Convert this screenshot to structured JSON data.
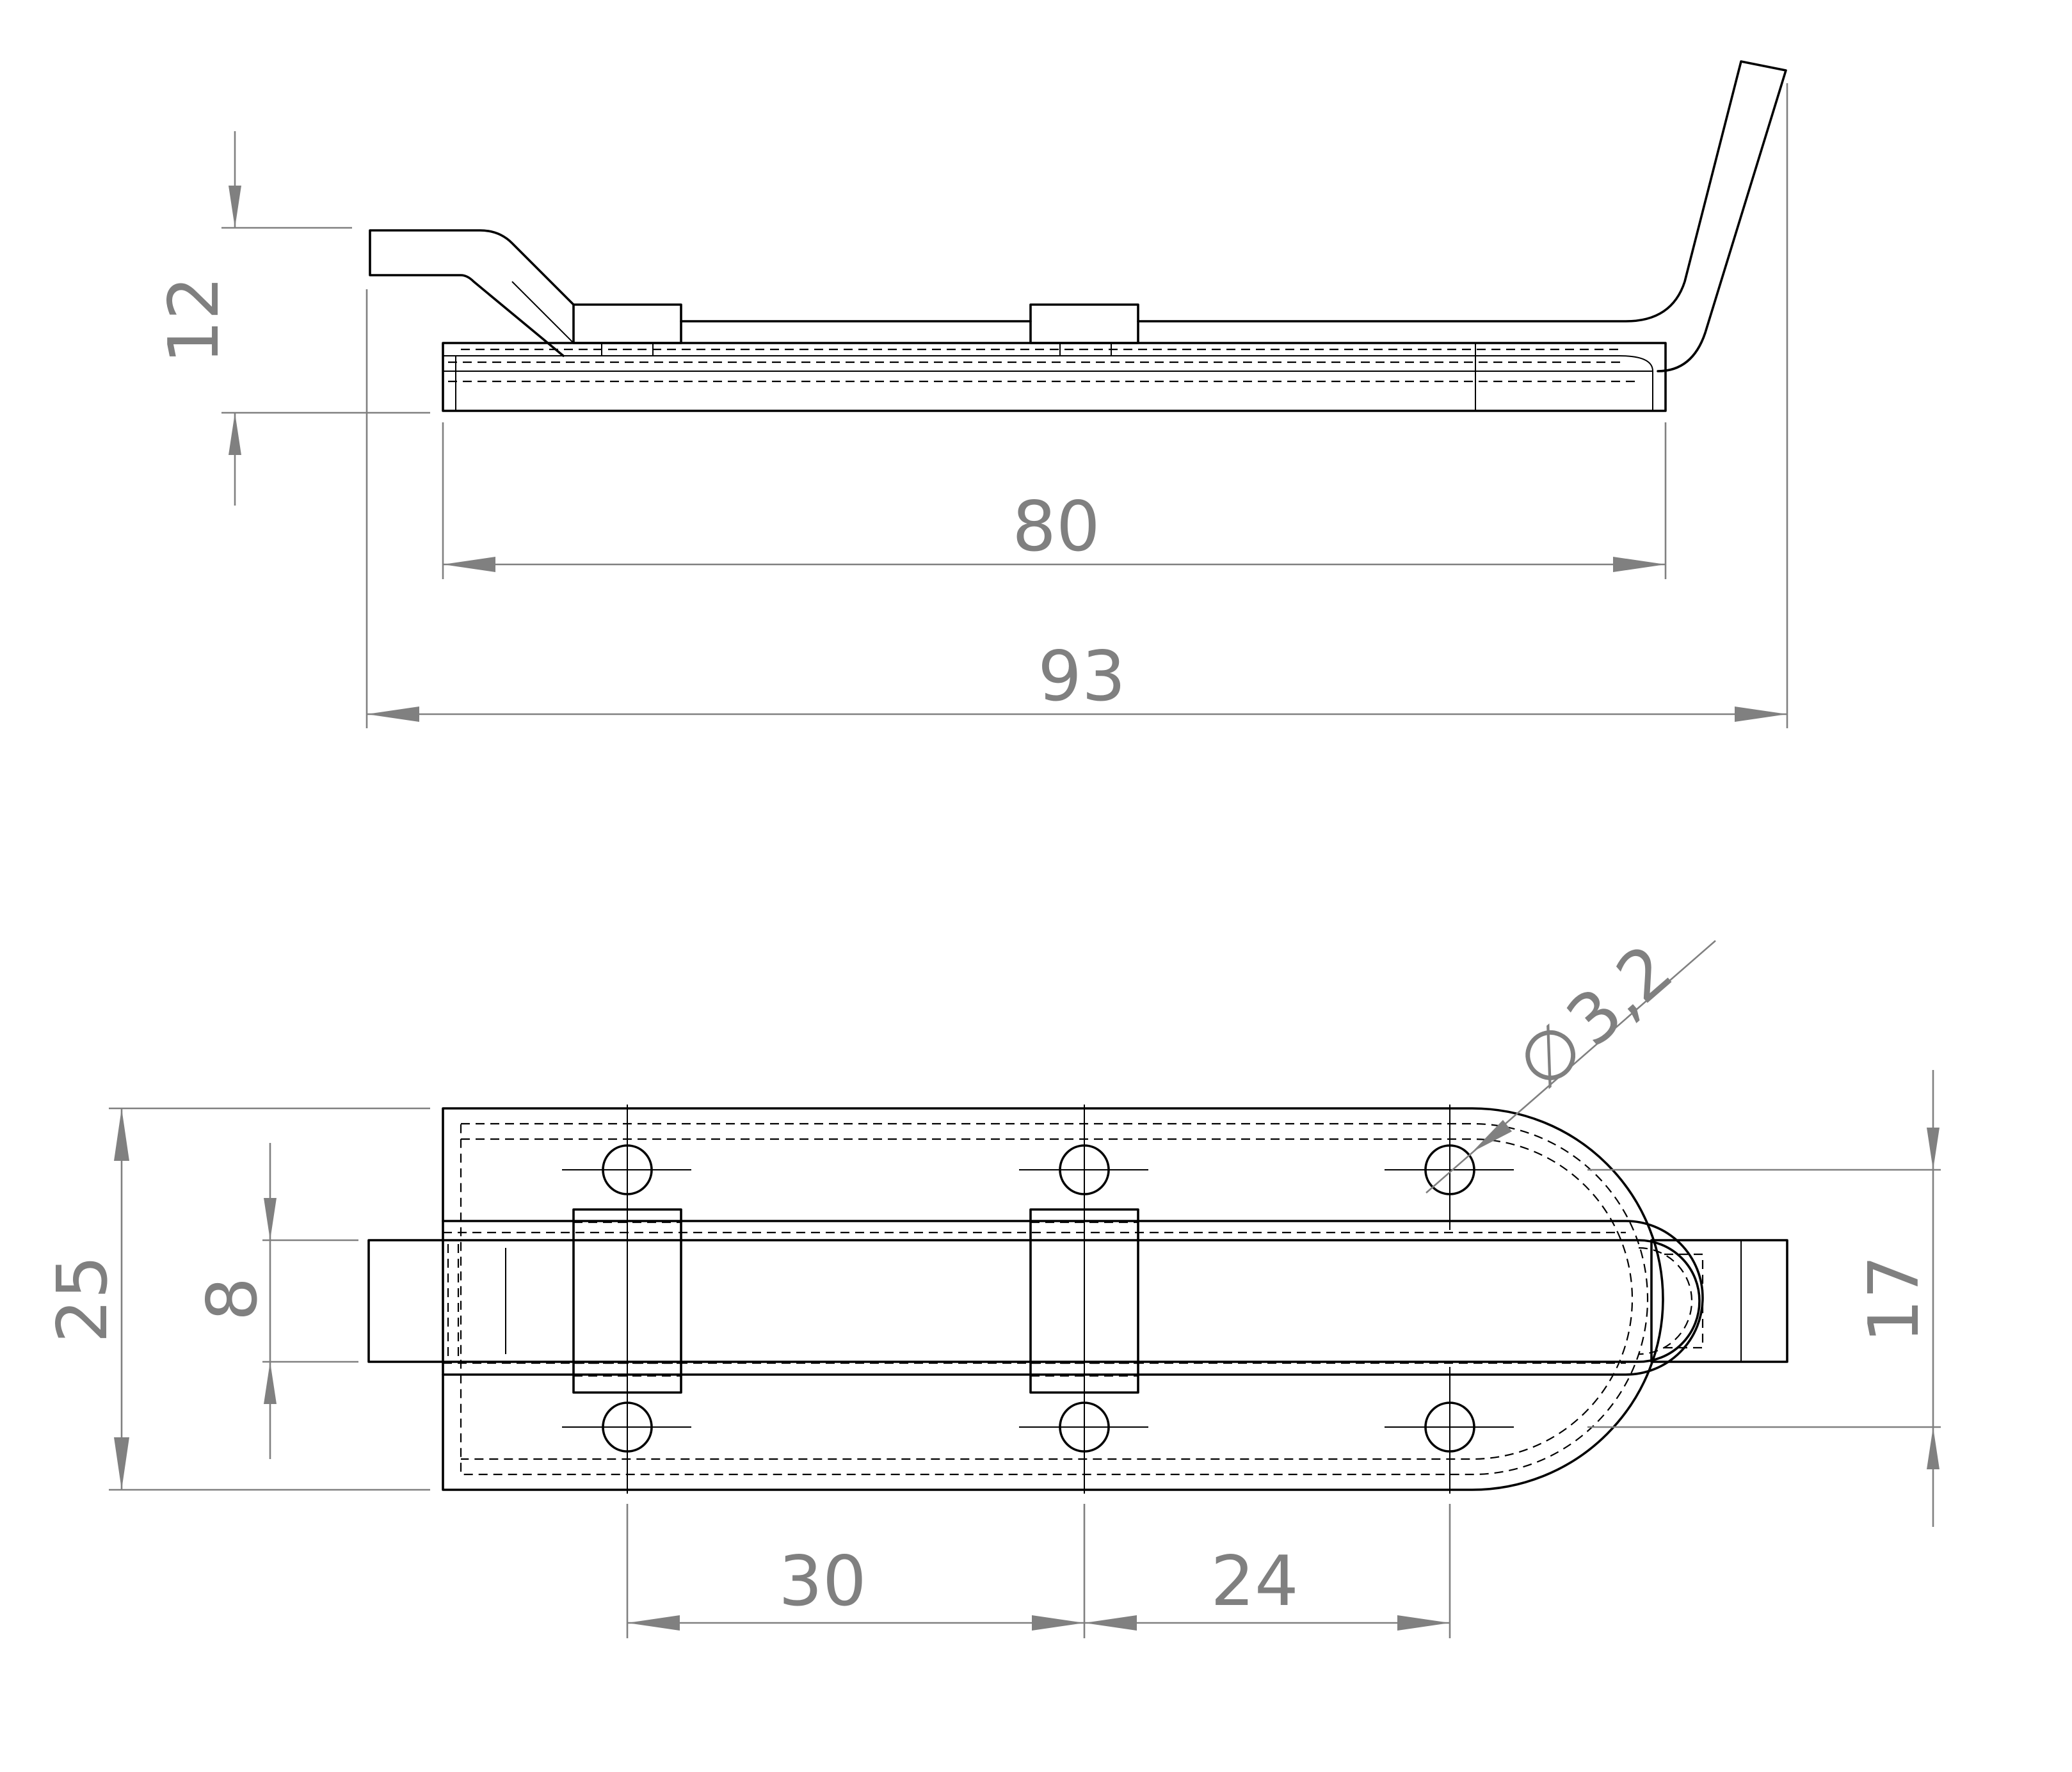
{
  "dimensions": {
    "side_height": "12",
    "base_length": "80",
    "overall_length": "93",
    "plate_width": "25",
    "bolt_width": "8",
    "hole_spacing_vertical": "17",
    "hole_diameter": "3,2",
    "hole_diameter_symbol": "∅",
    "hole_pitch_1": "30",
    "hole_pitch_2": "24"
  },
  "colors": {
    "object_line": "#000000",
    "dimension": "#808080",
    "background": "#ffffff"
  }
}
